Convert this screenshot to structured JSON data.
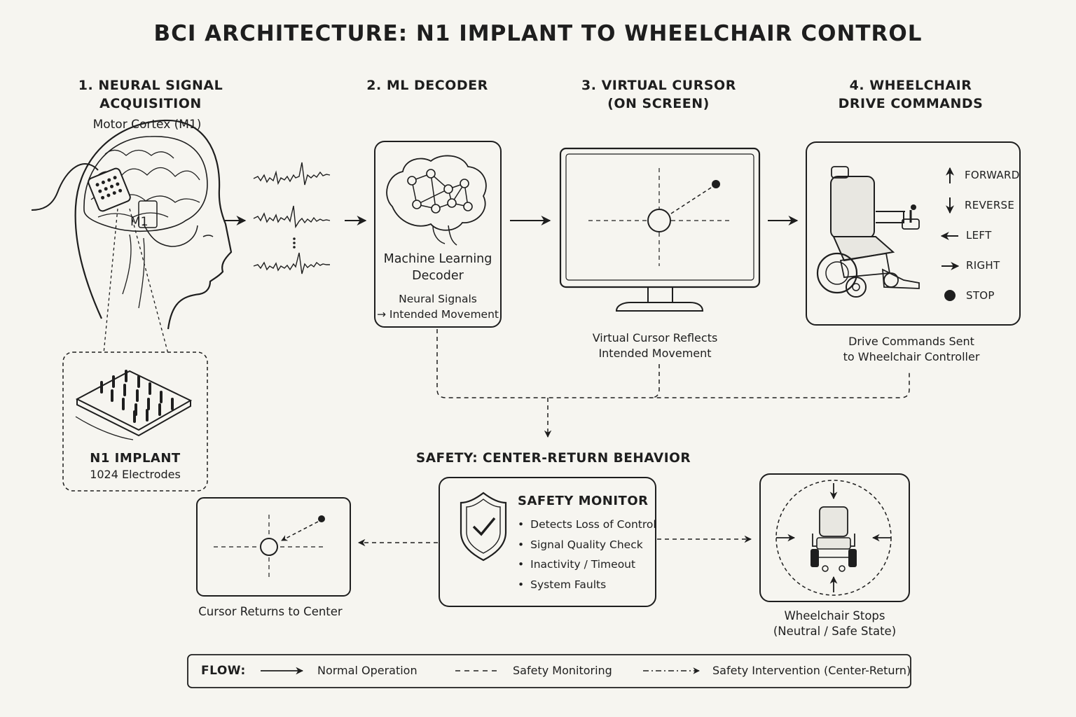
{
  "title": "BCI ARCHITECTURE: N1 IMPLANT TO WHEELCHAIR CONTROL",
  "stages": [
    {
      "num": "1.",
      "title_line1": "NEURAL SIGNAL",
      "title_line2": "ACQUISITION",
      "subtitle": "Motor Cortex (M1)"
    },
    {
      "num": "2.",
      "title_line1": "ML DECODER"
    },
    {
      "num": "3.",
      "title_line1": "VIRTUAL CURSOR",
      "title_line2": "(ON SCREEN)"
    },
    {
      "num": "4.",
      "title_line1": "WHEELCHAIR",
      "title_line2": "DRIVE COMMANDS"
    }
  ],
  "brain": {
    "region_label": "M1"
  },
  "implant": {
    "name": "N1 IMPLANT",
    "electrodes": "1024 Electrodes"
  },
  "decoder": {
    "title_line1": "Machine Learning",
    "title_line2": "Decoder",
    "desc_line1": "Neural Signals",
    "desc_line2": "→ Intended Movement"
  },
  "cursor": {
    "caption_line1": "Virtual Cursor Reflects",
    "caption_line2": "Intended Movement"
  },
  "commands": {
    "items": [
      {
        "glyph": "🡑",
        "label": "FORWARD"
      },
      {
        "glyph": "🡓",
        "label": "REVERSE"
      },
      {
        "glyph": "🡐",
        "label": "LEFT"
      },
      {
        "glyph": "🡒",
        "label": "RIGHT"
      },
      {
        "glyph": "●",
        "label": "STOP"
      }
    ],
    "caption_line1": "Drive Commands Sent",
    "caption_line2": "to Wheelchair Controller"
  },
  "safety": {
    "heading": "SAFETY: CENTER-RETURN BEHAVIOR",
    "monitor_title": "SAFETY MONITOR",
    "checks": [
      "Detects Loss of Control",
      "Signal Quality Check",
      "Inactivity / Timeout",
      "System Faults"
    ],
    "cursor_caption": "Cursor Returns to Center",
    "wheelchair_caption_line1": "Wheelchair Stops",
    "wheelchair_caption_line2": "(Neutral / Safe State)"
  },
  "legend": {
    "label": "FLOW:",
    "items": [
      "Normal Operation",
      "Safety Monitoring",
      "Safety Intervention (Center-Return)"
    ]
  },
  "icons": [
    "brain-icon",
    "neural-network-icon",
    "monitor-icon",
    "wheelchair-icon",
    "shield-check-icon",
    "electrode-array-icon"
  ]
}
